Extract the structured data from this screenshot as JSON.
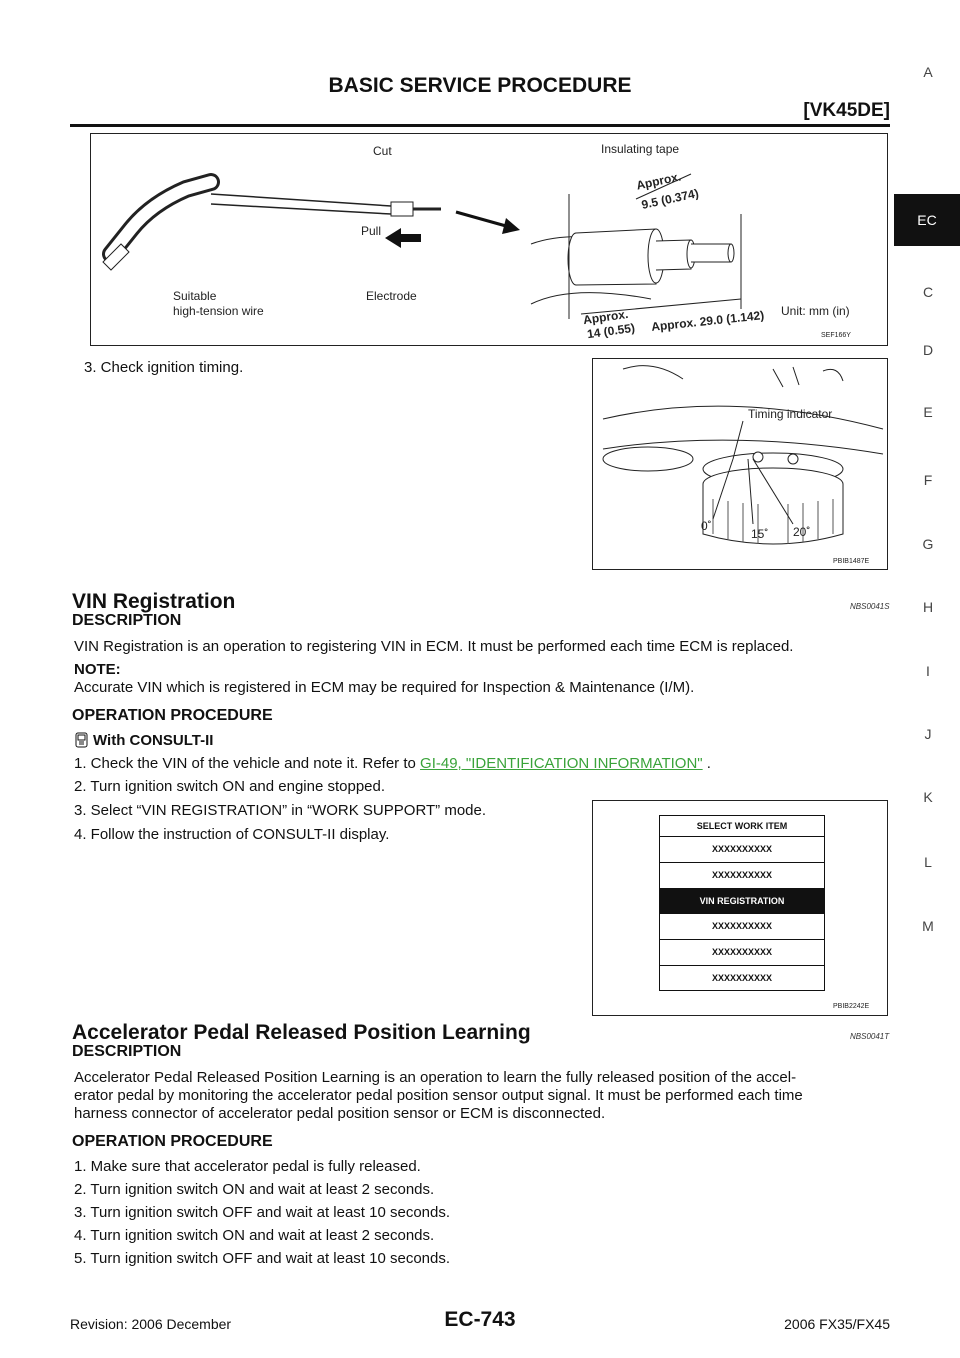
{
  "header": {
    "title": "BASIC SERVICE PROCEDURE",
    "code": "[VK45DE]"
  },
  "side_tabs": [
    "A",
    "EC",
    "C",
    "D",
    "E",
    "F",
    "G",
    "H",
    "I",
    "J",
    "K",
    "L",
    "M"
  ],
  "fig1": {
    "labels": {
      "cut": "Cut",
      "insulating_tape": "Insulating tape",
      "approx1": "Approx.",
      "approx1_val": "9.5  (0.374)",
      "pull": "Pull",
      "suitable": "Suitable",
      "high_tension": "high-tension  wire",
      "electrode": "Electrode",
      "approx2": "Approx.",
      "approx2_val": "14  (0.55)",
      "approx3": "Approx.  29.0  (1.142)",
      "unit": "Unit:  mm  (in)"
    },
    "id": "SEF166Y"
  },
  "step3": "3.   Check ignition timing.",
  "fig2": {
    "timing": "Timing indicator",
    "deg0": "0˚",
    "deg15": "15˚",
    "deg20": "20˚",
    "id": "PBIB1487E"
  },
  "vin": {
    "title": "VIN Registration",
    "ref": "NBS0041S",
    "desc_h": "DESCRIPTION",
    "desc": "VIN Registration is an operation to registering VIN in ECM. It must be performed each time ECM is replaced.",
    "note_h": "NOTE:",
    "note": "Accurate VIN which is registered in ECM may be required for Inspection & Maintenance (I/M).",
    "op_h": "OPERATION PROCEDURE",
    "consult": "With CONSULT-II",
    "step1_pre": "1.   Check the VIN of the vehicle and note it. Refer to ",
    "step1_link": "GI-49, \"IDENTIFICATION INFORMATION\"",
    "step1_post": " .",
    "step2": "2.   Turn ignition switch ON and engine stopped.",
    "step3": "3.   Select “VIN REGISTRATION” in “WORK SUPPORT” mode.",
    "step4": "4.   Follow the instruction of CONSULT-II display."
  },
  "fig3": {
    "header": "SELECT WORK ITEM",
    "items": [
      "XXXXXXXXXX",
      "XXXXXXXXXX",
      "VIN REGISTRATION",
      "XXXXXXXXXX",
      "XXXXXXXXXX",
      "XXXXXXXXXX"
    ],
    "id": "PBIB2242E"
  },
  "apl": {
    "title": "Accelerator Pedal Released Position Learning",
    "ref": "NBS0041T",
    "desc_h": "DESCRIPTION",
    "desc1": "Accelerator Pedal Released Position Learning is an operation to learn the fully released position of the accel-",
    "desc2": "erator pedal by monitoring the accelerator pedal position sensor output signal. It must be performed each time",
    "desc3": "harness connector of accelerator pedal position sensor or ECM is disconnected.",
    "op_h": "OPERATION PROCEDURE",
    "steps": [
      "1.   Make sure that accelerator pedal is fully released.",
      "2.   Turn ignition switch ON and wait at least 2 seconds.",
      "3.   Turn ignition switch OFF and wait at least 10 seconds.",
      "4.   Turn ignition switch ON and wait at least 2 seconds.",
      "5.   Turn ignition switch OFF and wait at least 10 seconds."
    ]
  },
  "footer": {
    "revision": "Revision: 2006 December",
    "page": "EC-743",
    "model": "2006 FX35/FX45"
  }
}
